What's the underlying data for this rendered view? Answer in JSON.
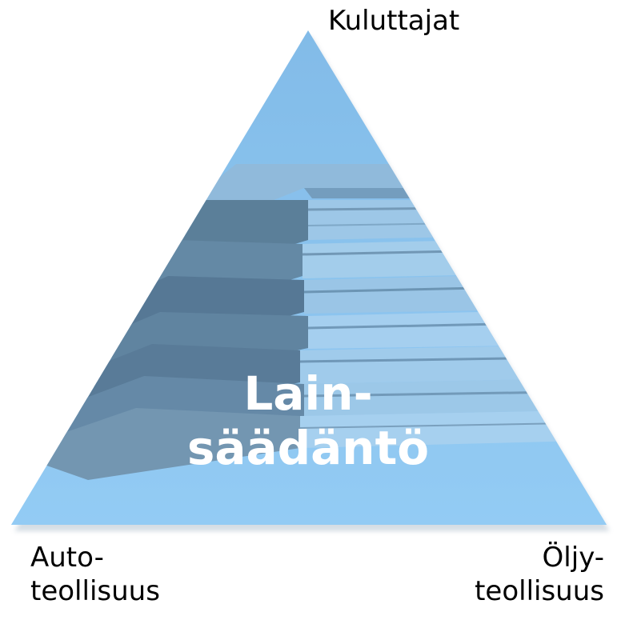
{
  "diagram": {
    "center_label_line1": "Lain-",
    "center_label_line2": "säädäntö",
    "apex_label": "Kuluttajat",
    "bottom_left_label_line1": "Auto-",
    "bottom_left_label_line2": "teollisuus",
    "bottom_right_label_line1": "Öljy-",
    "bottom_right_label_line2": "teollisuus"
  },
  "colors": {
    "triangle_fill": "#93cbf4",
    "book_dark": "#4f6e86",
    "book_mid": "#7ea6c6",
    "book_light": "#a9d3f1",
    "label_text": "#000000",
    "center_text": "#ffffff"
  }
}
